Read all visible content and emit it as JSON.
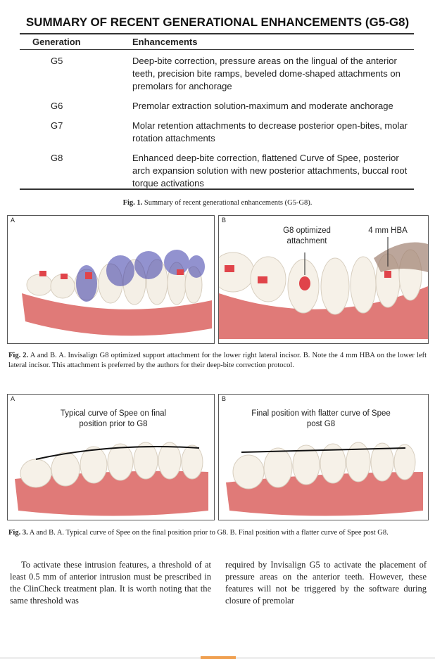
{
  "table": {
    "title": "SUMMARY OF RECENT GENERATIONAL ENHANCEMENTS (G5-G8)",
    "headers": [
      "Generation",
      "Enhancements"
    ],
    "rows": [
      {
        "gen": "G5",
        "text": "Deep-bite correction, pressure areas on the lingual of the anterior teeth, precision bite ramps, beveled dome-shaped attachments on premolars for anchorage"
      },
      {
        "gen": "G6",
        "text": "Premolar extraction solution-maximum and moderate anchorage"
      },
      {
        "gen": "G7",
        "text": "Molar retention attachments to decrease posterior open-bites, molar rotation attachments"
      },
      {
        "gen": "G8",
        "text": "Enhanced deep-bite correction, flattened Curve of Spee, posterior arch expansion solution with new posterior attachments, buccal root torque activations"
      }
    ]
  },
  "fig1": {
    "label": "Fig. 1.",
    "caption": "Summary of recent generational enhancements (G5-G8)."
  },
  "fig2": {
    "panel_a": "A",
    "panel_b": "B",
    "ann1": "G8 optimized attachment",
    "ann2": "4 mm HBA",
    "label": "Fig. 2.",
    "caption": "A and B. A. Invisalign G8 optimized support attachment for the lower right lateral incisor. B. Note the 4 mm HBA on the lower left lateral incisor. This attachment is preferred by the authors for their deep-bite correction protocol."
  },
  "fig3": {
    "panel_a": "A",
    "panel_b": "B",
    "ann_a": "Typical curve of Spee on final position prior to G8",
    "ann_b": "Final position with flatter curve of Spee post G8",
    "label": "Fig. 3.",
    "caption": "A and B. A. Typical curve of Spee on the final position prior to G8. B. Final position with a flatter curve of Spee post G8."
  },
  "body": {
    "col1": "To activate these intrusion features, a threshold of at least 0.5 mm of anterior intrusion must be prescribed in the ClinCheck treatment plan. It is worth noting that the same threshold was",
    "col2": "required by Invisalign G5 to activate the placement of pressure areas on the anterior teeth. However, these features will not be triggered by the software during closure of premolar"
  }
}
